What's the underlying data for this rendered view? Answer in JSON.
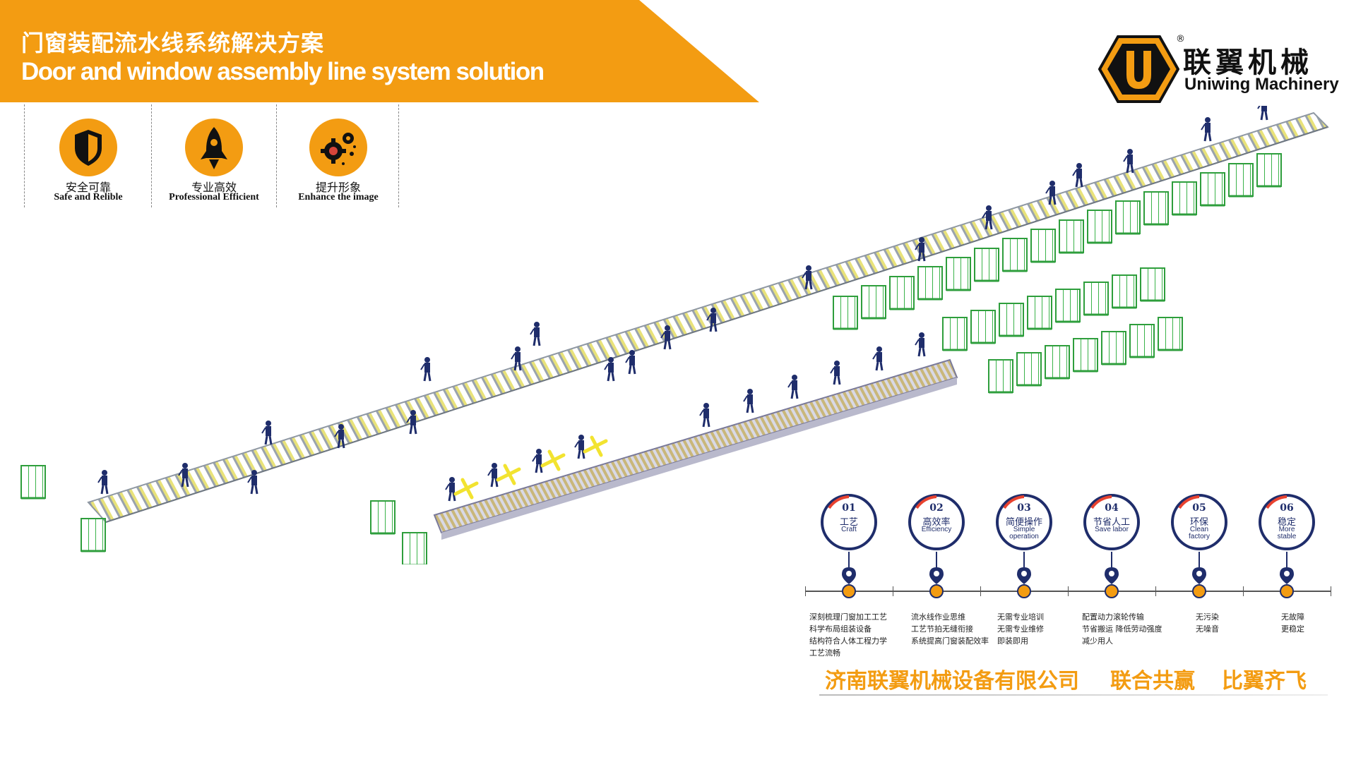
{
  "header": {
    "title_cn": "门窗装配流水线系统解决方案",
    "title_en": "Door and window assembly line system solution"
  },
  "brand": {
    "name_cn": "联翼机械",
    "name_en": "Uniwing Machinery",
    "registered_mark": "®",
    "logo_letter": "U",
    "logo_icon": "hexagon-u-logo-icon",
    "accent": "#f39c12",
    "dark": "#1f2d6b"
  },
  "features": [
    {
      "icon": "shield-icon",
      "label_cn": "安全可靠",
      "label_en": "Safe and Relible"
    },
    {
      "icon": "rocket-icon",
      "label_cn": "专业高效",
      "label_en": "Professional Efficient"
    },
    {
      "icon": "gears-icon",
      "label_cn": "提升形象",
      "label_en": "Enhance the image"
    }
  ],
  "steps": [
    {
      "num": "01",
      "label_cn": "工艺",
      "label_en": "Craft",
      "desc": [
        "深刻梳理门窗加工工艺",
        "科学布局组装设备",
        "结构符合人体工程力学",
        "工艺流畅"
      ]
    },
    {
      "num": "02",
      "label_cn": "高效率",
      "label_en": "Efficiency",
      "desc": [
        "流水线作业思维",
        "工艺节拍无缝衔接",
        "系统提高门窗装配效率"
      ]
    },
    {
      "num": "03",
      "label_cn": "简便操作",
      "label_en": "Simple operation",
      "desc": [
        "无需专业培训",
        "无需专业维修",
        "即装即用"
      ]
    },
    {
      "num": "04",
      "label_cn": "节省人工",
      "label_en": "Save labor",
      "desc": [
        "配置动力滚轮传输",
        "节省搬运  降低劳动强度",
        "减少用人"
      ]
    },
    {
      "num": "05",
      "label_cn": "环保",
      "label_en": "Clean factory",
      "desc": [
        "无污染",
        "无噪音"
      ]
    },
    {
      "num": "06",
      "label_cn": "稳定",
      "label_en": "More stable",
      "desc": [
        "无故障",
        "更稳定"
      ]
    }
  ],
  "slogan": {
    "company": "济南联翼机械设备有限公司",
    "motto_1": "联合共赢",
    "motto_2": "比翼齐飞"
  }
}
